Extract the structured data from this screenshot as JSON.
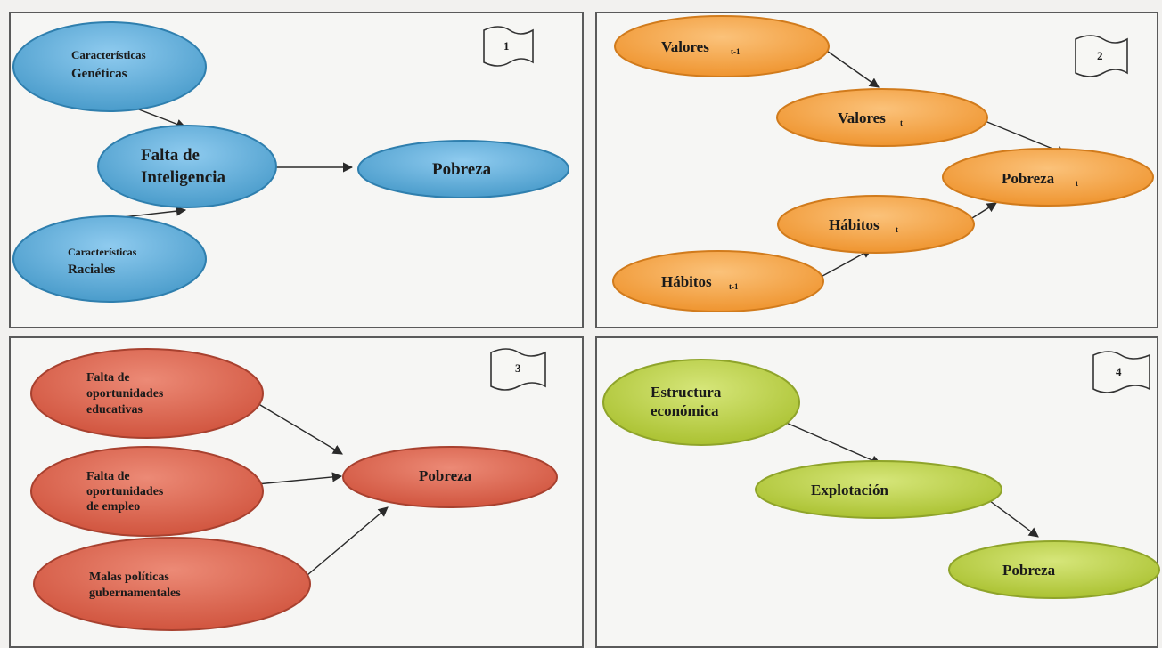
{
  "diagram1": {
    "badge": "1",
    "nodes": {
      "genetics": [
        "Características",
        "Genéticas"
      ],
      "intelligence": [
        "Falta de",
        "Inteligencia"
      ],
      "racial": [
        "Características",
        "Raciales"
      ],
      "poverty": [
        "Pobreza"
      ]
    }
  },
  "diagram2": {
    "badge": "2",
    "nodes": {
      "values_prev": [
        "Valores",
        "t-1"
      ],
      "values_t": [
        "Valores",
        "t"
      ],
      "poverty_t": [
        "Pobreza",
        "t"
      ],
      "habits_t": [
        "Hábitos",
        "t"
      ],
      "habits_prev": [
        "Hábitos",
        "t-1"
      ]
    }
  },
  "diagram3": {
    "badge": "3",
    "nodes": {
      "education": [
        "Falta de",
        "oportunidades",
        "educativas"
      ],
      "employment": [
        "Falta de",
        "oportunidades",
        "de empleo"
      ],
      "policies": [
        "Malas políticas",
        "gubernamentales"
      ],
      "poverty": [
        "Pobreza"
      ]
    }
  },
  "diagram4": {
    "badge": "4",
    "nodes": {
      "structure": [
        "Estructura",
        "económica"
      ],
      "exploitation": [
        "Explotación"
      ],
      "poverty": [
        "Pobreza"
      ]
    }
  },
  "colors": {
    "blue_fill": "#5fb0dd",
    "blue_edge": "#2f7fae",
    "orange_fill": "#f7a444",
    "orange_edge": "#d17b1c",
    "red_fill": "#dd6650",
    "red_edge": "#a8412f",
    "green_fill": "#bfd44a",
    "green_edge": "#8fa42a",
    "arrow": "#2a2a2a"
  }
}
